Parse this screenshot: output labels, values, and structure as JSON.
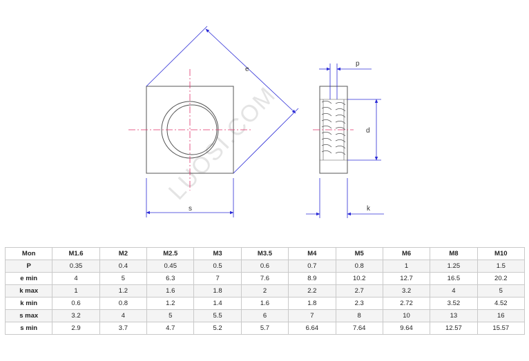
{
  "drawing": {
    "labels": {
      "e": "e",
      "s": "s",
      "p": "p",
      "d": "d",
      "k": "k"
    },
    "watermark": "LUOSI.COM",
    "colors": {
      "outline": "#555555",
      "dimension": "#2b2bd6",
      "centerline": "#e0306a"
    }
  },
  "table": {
    "columns": [
      "Mon",
      "M1.6",
      "M2",
      "M2.5",
      "M3",
      "M3.5",
      "M4",
      "M5",
      "M6",
      "M8",
      "M10"
    ],
    "rows": [
      [
        "P",
        "0.35",
        "0.4",
        "0.45",
        "0.5",
        "0.6",
        "0.7",
        "0.8",
        "1",
        "1.25",
        "1.5"
      ],
      [
        "e min",
        "4",
        "5",
        "6.3",
        "7",
        "7.6",
        "8.9",
        "10.2",
        "12.7",
        "16.5",
        "20.2"
      ],
      [
        "k max",
        "1",
        "1.2",
        "1.6",
        "1.8",
        "2",
        "2.2",
        "2.7",
        "3.2",
        "4",
        "5"
      ],
      [
        "k min",
        "0.6",
        "0.8",
        "1.2",
        "1.4",
        "1.6",
        "1.8",
        "2.3",
        "2.72",
        "3.52",
        "4.52"
      ],
      [
        "s max",
        "3.2",
        "4",
        "5",
        "5.5",
        "6",
        "7",
        "8",
        "10",
        "13",
        "16"
      ],
      [
        "s min",
        "2.9",
        "3.7",
        "4.7",
        "5.2",
        "5.7",
        "6.64",
        "7.64",
        "9.64",
        "12.57",
        "15.57"
      ]
    ]
  }
}
